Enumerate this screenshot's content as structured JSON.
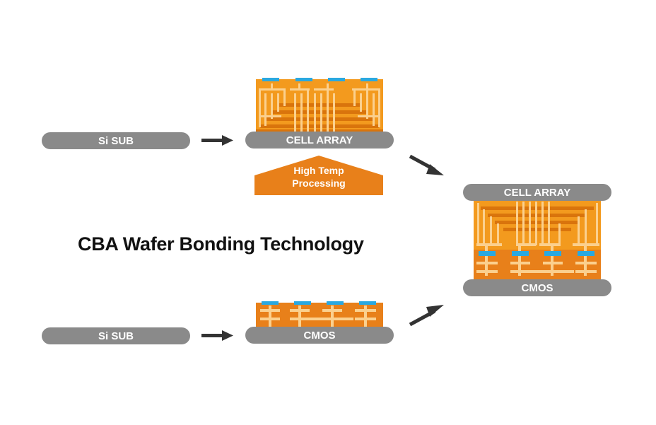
{
  "title": "CBA Wafer Bonding Technology",
  "colors": {
    "pill_gray": "#8a8a8a",
    "orange": "#f39a1e",
    "orange_dark": "#e07c10",
    "wire": "#fbd08e",
    "pad_blue": "#2aa8e0",
    "arrow": "#333333"
  },
  "top_row": {
    "substrate_label": "Si SUB",
    "result_label": "CELL ARRAY",
    "process_label_line1": "High Temp",
    "process_label_line2": "Processing"
  },
  "bottom_row": {
    "substrate_label": "Si SUB",
    "result_label": "CMOS"
  },
  "bonded": {
    "top_label": "CELL ARRAY",
    "bottom_label": "CMOS"
  },
  "icons": [
    "arrow-right-icon",
    "arrow-down-right-icon",
    "arrow-up-right-icon"
  ]
}
